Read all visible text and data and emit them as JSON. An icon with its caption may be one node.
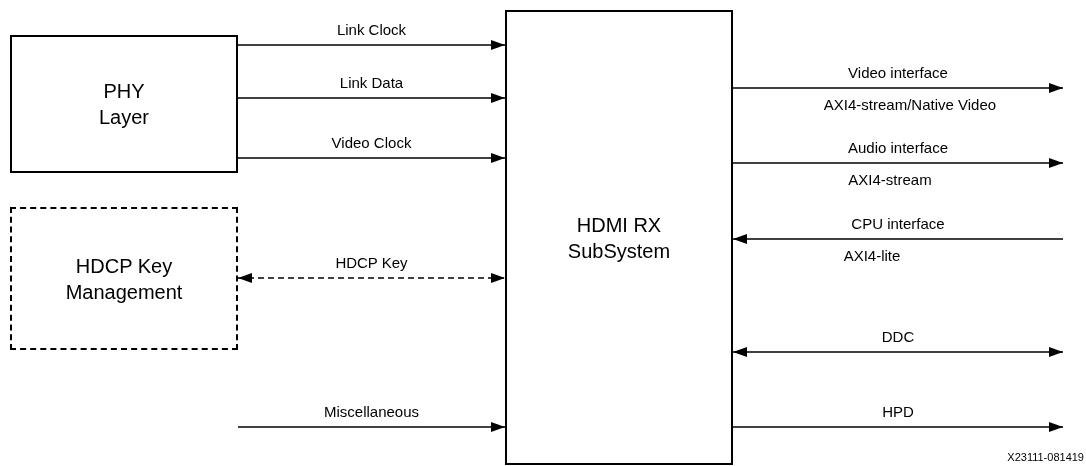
{
  "diagram": {
    "nodes": [
      {
        "text": [
          "PHY Layer"
        ]
      },
      {
        "text": [
          "HDCP Key Management"
        ]
      },
      {
        "text": [
          "HDMI RX SubSystem"
        ]
      }
    ],
    "edges": [
      {
        "from": 0,
        "to": 2,
        "arrow": "to",
        "label": "Link Clock"
      },
      {
        "from": 0,
        "to": 2,
        "arrow": "to",
        "label": "Link Data"
      },
      {
        "from": 0,
        "to": 2,
        "arrow": "to",
        "label": "Video Clock"
      },
      {
        "from": 1,
        "to": 2,
        "arrow": "both",
        "label": "HDCP Key",
        "style": "dashed"
      },
      {
        "from": null,
        "to": 2,
        "arrow": "to",
        "label": "Miscellaneous"
      },
      {
        "from": 2,
        "to": null,
        "arrow": "to",
        "label": "Video interface"
      },
      {
        "from": 2,
        "to": null,
        "arrow": "to",
        "label": "Audio interface"
      },
      {
        "from": null,
        "to": 2,
        "arrow": "to",
        "label": "CPU interface"
      },
      {
        "from": 2,
        "to": null,
        "arrow": "both",
        "label": "DDC"
      },
      {
        "from": 2,
        "to": null,
        "arrow": "to",
        "label": "HPD"
      }
    ],
    "labels": [
      "AXI4-stream/Native Video",
      "AXI4-stream",
      "AXI4-lite",
      "X23111-081419"
    ]
  }
}
